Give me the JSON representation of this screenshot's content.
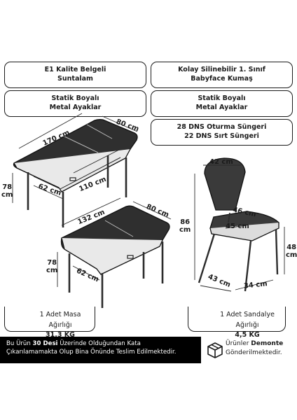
{
  "features": {
    "top_left": [
      "E1 Kalite Belgeli",
      "Suntalam"
    ],
    "top_right": [
      "Kolay Silinebilir 1. Sınıf",
      "Babyface Kumaş"
    ],
    "mid_left": [
      "Statik Boyalı",
      "Metal Ayaklar"
    ],
    "mid_right": [
      "Statik Boyalı",
      "Metal Ayaklar"
    ],
    "bottom_right": [
      "28 DNS Oturma Süngeri",
      "22 DNS Sırt Süngeri"
    ]
  },
  "dimensions": {
    "table_extended": {
      "length": "170 cm",
      "depth": "80 cm",
      "extension": "110 cm",
      "inner": "62 cm",
      "height_value": "78",
      "height_unit": "cm"
    },
    "table_closed": {
      "length": "132 cm",
      "depth": "80 cm",
      "inner": "62 cm",
      "height_value": "78",
      "height_unit": "cm"
    },
    "chair": {
      "back_width": "42 cm",
      "seat_depth": "46 cm",
      "seat_width": "45 cm",
      "height_value": "86",
      "height_unit": "cm",
      "seat_height_value": "48",
      "seat_height_unit": "cm",
      "base_depth": "43 cm",
      "base_width": "34 cm"
    }
  },
  "weights": {
    "icon_label": "KG",
    "table": {
      "label": "1 Adet Masa Ağırlığı",
      "value": "31,3 KG"
    },
    "chair": {
      "label": "1 Adet Sandalye Ağırlığı",
      "value": "4,5 KG"
    }
  },
  "banner": {
    "pre": "Bu Ürün ",
    "highlight": "30 Desi",
    "post": " Üzerinde Olduğundan Kata",
    "line2": "Çıkarılamamakta Olup Bina Önünde Teslim Edilmektedir."
  },
  "delivery": {
    "pre": "Ürünler ",
    "highlight": "Demonte",
    "line2": "Gönderilmektedir."
  }
}
